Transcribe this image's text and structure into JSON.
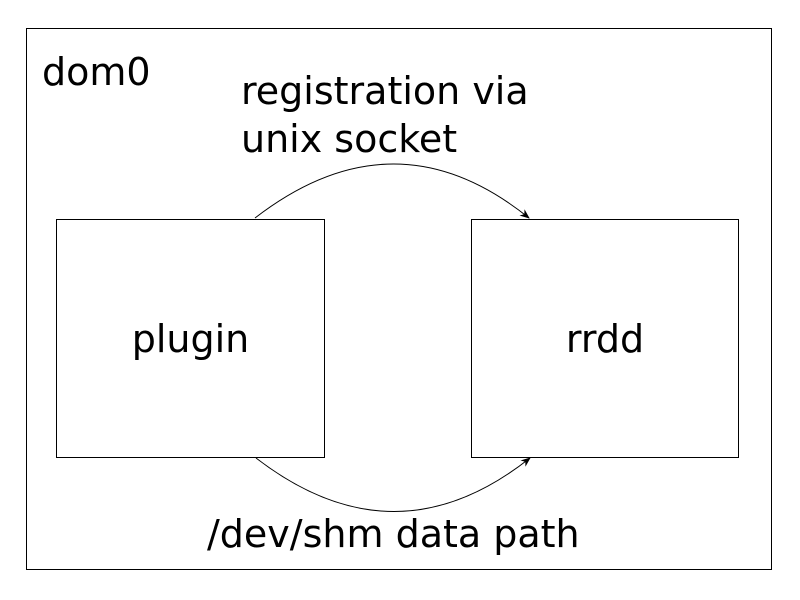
{
  "container": {
    "label": "dom0"
  },
  "nodes": {
    "plugin": {
      "label": "plugin"
    },
    "rrdd": {
      "label": "rrdd"
    }
  },
  "edges": {
    "registration": {
      "line1": "registration via",
      "line2": "unix socket"
    },
    "data_path": {
      "label": "/dev/shm data path"
    }
  },
  "colors": {
    "stroke": "#000000",
    "background": "#ffffff"
  }
}
